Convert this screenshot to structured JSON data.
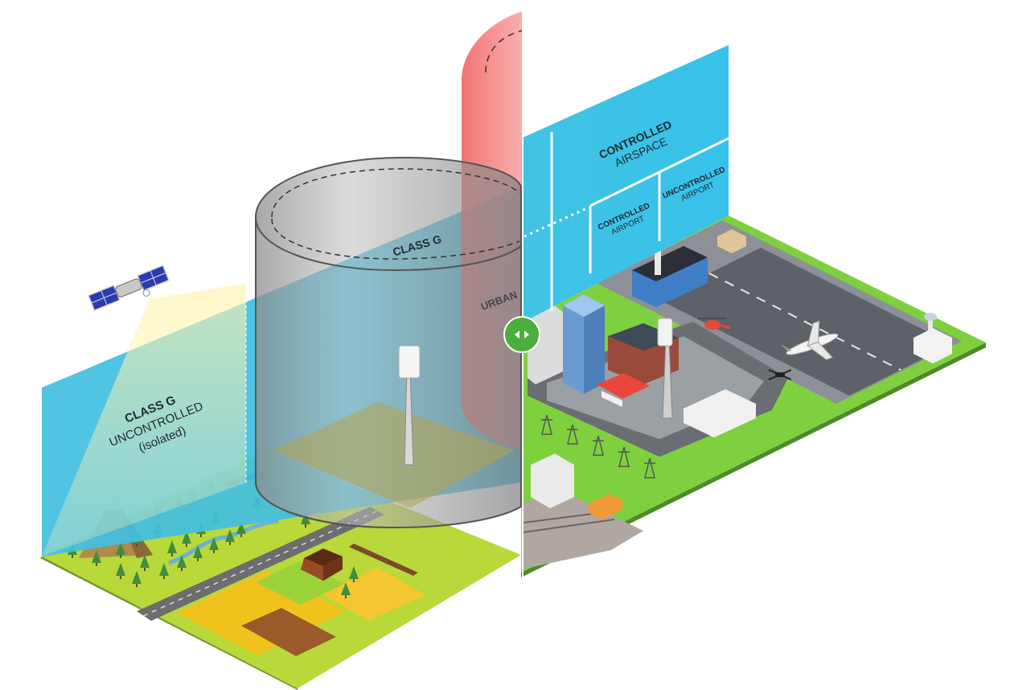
{
  "colors": {
    "sky_panel": "#3fc4e8",
    "ground_green": "#8dd23a",
    "ground_yellow": "#c5dc2e",
    "cylinder_gray": "#9a9a9a",
    "restricted_red": "#f26a6a",
    "slider_green": "#4cae3c",
    "airport_gray": "#8c8f93",
    "runway": "#5f6266"
  },
  "labels": {
    "class_g_isolated": {
      "line1": "CLASS G",
      "line2": "UNCONTROLLED",
      "line3": "(isolated)"
    },
    "class_g_cylinder": "CLASS G",
    "urban_partial": "URBAN",
    "controlled_airspace": {
      "line1": "CONTROLLED",
      "line2": "AIRSPACE"
    },
    "controlled_airport": {
      "line1": "CONTROLLED",
      "line2": "AIRPORT"
    },
    "uncontrolled_airport": {
      "line1": "UNCONTROLLED",
      "line2": "AIRPORT"
    }
  },
  "icons": {
    "satellite": "satellite-icon",
    "slider": "compare-slider-icon",
    "plane": "airplane-icon",
    "helicopter": "helicopter-icon",
    "drone": "drone-icon"
  }
}
